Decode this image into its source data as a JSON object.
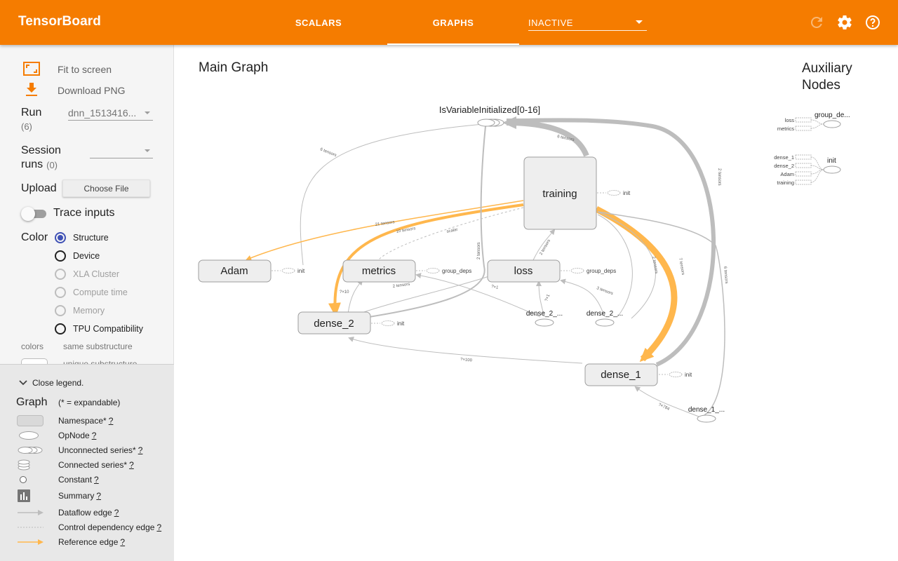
{
  "header": {
    "title": "TensorBoard",
    "tabs": [
      {
        "label": "SCALARS"
      },
      {
        "label": "GRAPHS",
        "active": true
      }
    ],
    "inactive_select": "INACTIVE",
    "icons": [
      "refresh-icon",
      "settings-icon",
      "help-icon"
    ],
    "brand_color": "#f57c00"
  },
  "sidebar": {
    "fit_to_screen": "Fit to screen",
    "download_png": "Download PNG",
    "run_label": "Run",
    "run_count": "(6)",
    "run_value": "dnn_1513416...",
    "session_label_1": "Session",
    "session_label_2": "runs",
    "session_count": "(0)",
    "upload_label": "Upload",
    "choose_file": "Choose File",
    "trace_inputs": "Trace inputs",
    "color_label": "Color",
    "color_options": [
      {
        "label": "Structure",
        "checked": true,
        "disabled": false
      },
      {
        "label": "Device",
        "checked": false,
        "disabled": false
      },
      {
        "label": "XLA Cluster",
        "checked": false,
        "disabled": true
      },
      {
        "label": "Compute time",
        "checked": false,
        "disabled": true
      },
      {
        "label": "Memory",
        "checked": false,
        "disabled": true
      },
      {
        "label": "TPU Compatibility",
        "checked": false,
        "disabled": false
      }
    ],
    "colors_label": "colors",
    "same_substructure": "same substructure",
    "unique_substructure": "unique substructure",
    "accent_color": "#3f51b5"
  },
  "legend": {
    "close": "Close legend.",
    "graph": "Graph",
    "expandable_note": "(* = expandable)",
    "q": "?",
    "items": [
      {
        "label": "Namespace*"
      },
      {
        "label": "OpNode"
      },
      {
        "label": "Unconnected series*"
      },
      {
        "label": "Connected series*"
      },
      {
        "label": "Constant"
      },
      {
        "label": "Summary"
      },
      {
        "label": "Dataflow edge"
      },
      {
        "label": "Control dependency edge"
      },
      {
        "label": "Reference edge"
      }
    ]
  },
  "graph": {
    "main_title": "Main Graph",
    "aux_title_1": "Auxiliary",
    "aux_title_2": "Nodes",
    "nodes": {
      "training": "training",
      "adam": "Adam",
      "metrics": "metrics",
      "loss": "loss",
      "dense_2": "dense_2",
      "dense_1": "dense_1",
      "is_var_init": "IsVariableInitialized[0-16]",
      "init": "init",
      "group_deps": "group_deps",
      "dense_2_a": "dense_2_...",
      "dense_2_b": "dense_2_...",
      "dense_1_c": "dense_1_..."
    },
    "edge_labels": {
      "six_tensors": "6 tensors",
      "twenty_one": "21 tensors",
      "ten_tensors": "10 tensors",
      "scalar": "scalar",
      "two_tensors": "2 tensors",
      "seven_tensors": "7 tensors",
      "x10": "?×10",
      "x1": "?×1",
      "x100": "?×100",
      "x784": "?×784",
      "x1b": "?×1",
      "t2": "2 tensors",
      "t2b": "2 tensors",
      "t2c": "2 tensors",
      "t3": "3 tensors",
      "t6": "6 tensors"
    },
    "aux": {
      "loss": "loss",
      "metrics": "metrics",
      "group_de": "group_de...",
      "dense_1": "dense_1",
      "dense_2": "dense_2",
      "adam": "Adam",
      "training": "training",
      "init": "init"
    },
    "edge_colors": {
      "dataflow": "#bdbdbd",
      "reference": "#ffb74d"
    }
  }
}
